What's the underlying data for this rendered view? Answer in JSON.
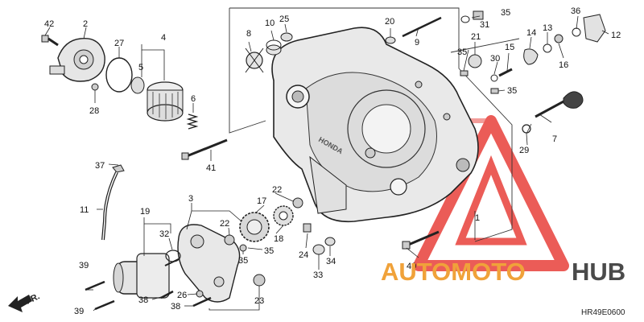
{
  "diagram_code": "HR49E0600",
  "direction_label": "FR.",
  "watermark": {
    "left": "AUTOMOTO",
    "right": "HUB",
    "left_color": "#f0a23a",
    "right_color": "#4a4a4a",
    "mark_color": "#e8403a"
  },
  "callouts": {
    "c1": "1",
    "c2": "2",
    "c3": "3",
    "c4": "4",
    "c5": "5",
    "c6": "6",
    "c7": "7",
    "c8": "8",
    "c9": "9",
    "c10": "10",
    "c11": "11",
    "c12": "12",
    "c13": "13",
    "c14": "14",
    "c15": "15",
    "c16": "16",
    "c17": "17",
    "c18": "18",
    "c19": "19",
    "c20": "20",
    "c21": "21",
    "c22a": "22",
    "c22b": "22",
    "c23": "23",
    "c24": "24",
    "c25": "25",
    "c26": "26",
    "c27": "27",
    "c28": "28",
    "c29": "29",
    "c30": "30",
    "c31": "31",
    "c32": "32",
    "c33": "33",
    "c34": "34",
    "c35a": "35",
    "c35b": "35",
    "c35c": "35",
    "c35d": "35",
    "c35e": "35",
    "c36": "36",
    "c37": "37",
    "c38a": "38",
    "c38b": "38",
    "c39a": "39",
    "c39b": "39",
    "c40": "40",
    "c41": "41",
    "c42": "42"
  }
}
